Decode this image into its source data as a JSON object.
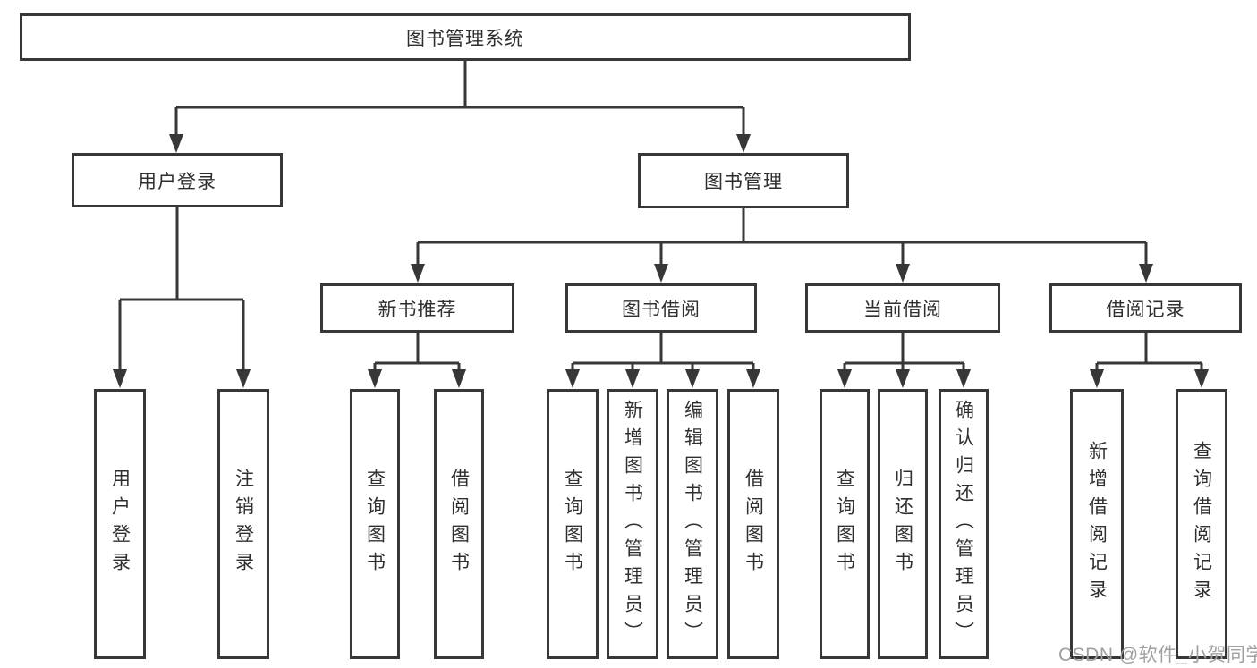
{
  "title": "图书管理系统",
  "watermark": {
    "text": "CSDN @软件_小贺同学"
  },
  "colors": {
    "line": "#373737",
    "box_border": "#373737",
    "box_background": "#ffffff",
    "text": "#2f2f2f",
    "watermark": "#a0a0a0",
    "background": "#ffffff"
  },
  "tree": {
    "label": "图书管理系统",
    "children": [
      {
        "label": "用户登录",
        "children": [
          {
            "label": "用户登录"
          },
          {
            "label": "注销登录"
          }
        ]
      },
      {
        "label": "图书管理",
        "children": [
          {
            "label": "新书推荐",
            "children": [
              {
                "label": "查询图书"
              },
              {
                "label": "借阅图书"
              }
            ]
          },
          {
            "label": "图书借阅",
            "children": [
              {
                "label": "查询图书"
              },
              {
                "label": "新增图书（管理员）"
              },
              {
                "label": "编辑图书（管理员）"
              },
              {
                "label": "借阅图书"
              }
            ]
          },
          {
            "label": "当前借阅",
            "children": [
              {
                "label": "查询图书"
              },
              {
                "label": "归还图书"
              },
              {
                "label": "确认归还（管理员）"
              }
            ]
          },
          {
            "label": "借阅记录",
            "children": [
              {
                "label": "新增借阅记录"
              },
              {
                "label": "查询借阅记录"
              }
            ]
          }
        ]
      }
    ]
  }
}
